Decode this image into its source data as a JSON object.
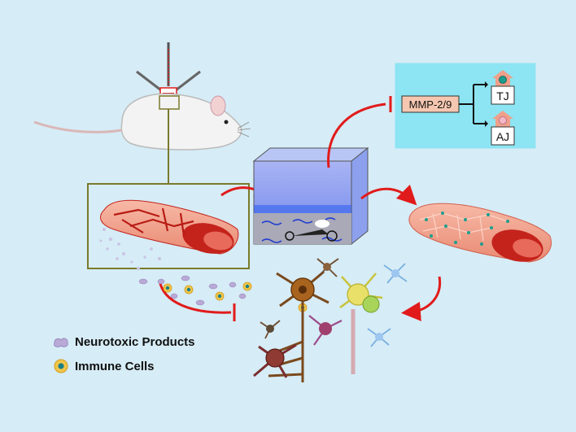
{
  "box": {
    "mmp_label": "MMP-2/9",
    "tj_label": "TJ",
    "aj_label": "AJ"
  },
  "legend": {
    "items": [
      {
        "label": "Neurotoxic Products",
        "icon": "neurotoxic-product-icon",
        "color": "#b9a9d6"
      },
      {
        "label": "Immune Cells",
        "icon": "immune-cell-icon",
        "color": "#f0c64a"
      }
    ]
  },
  "colors": {
    "background": "#d6ecf6",
    "arrow_red": "#e11b1b",
    "box_cyan": "#8de4f2",
    "frame_olive": "#7a7a2c",
    "vessel_pink": "#f3a08a",
    "vessel_dark": "#c4231c"
  }
}
